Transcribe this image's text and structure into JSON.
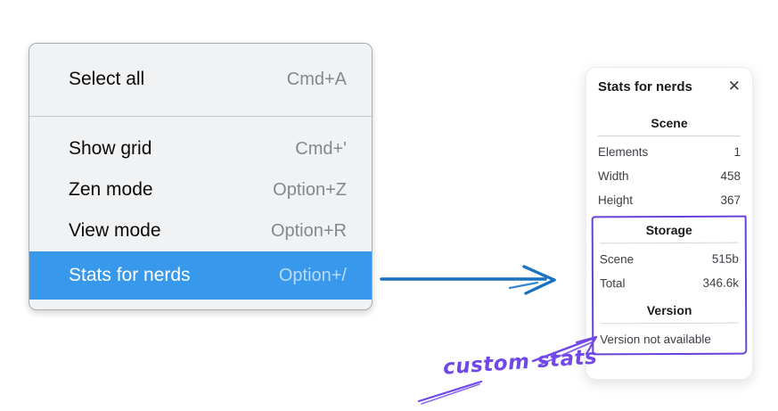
{
  "context_menu": {
    "items": [
      {
        "label": "Select all",
        "shortcut": "Cmd+A",
        "selected": false
      },
      {
        "label": "Show grid",
        "shortcut": "Cmd+'",
        "selected": false
      },
      {
        "label": "Zen mode",
        "shortcut": "Option+Z",
        "selected": false
      },
      {
        "label": "View mode",
        "shortcut": "Option+R",
        "selected": false
      },
      {
        "label": "Stats for nerds",
        "shortcut": "Option+/",
        "selected": true
      }
    ],
    "highlight_color": "#3898ec"
  },
  "stats_panel": {
    "title": "Stats for nerds",
    "close_icon": "✕",
    "sections": [
      {
        "title": "Scene",
        "rows": [
          {
            "label": "Elements",
            "value": "1"
          },
          {
            "label": "Width",
            "value": "458"
          },
          {
            "label": "Height",
            "value": "367"
          }
        ]
      },
      {
        "title": "Storage",
        "rows": [
          {
            "label": "Scene",
            "value": "515b"
          },
          {
            "label": "Total",
            "value": "346.6k"
          }
        ]
      },
      {
        "title": "Version",
        "note": "Version not available"
      }
    ]
  },
  "annotation": {
    "label": "custom stats",
    "color": "#7048e8"
  },
  "arrow": {
    "color": "#1971c2"
  },
  "highlight_box_color": "#6741d9"
}
